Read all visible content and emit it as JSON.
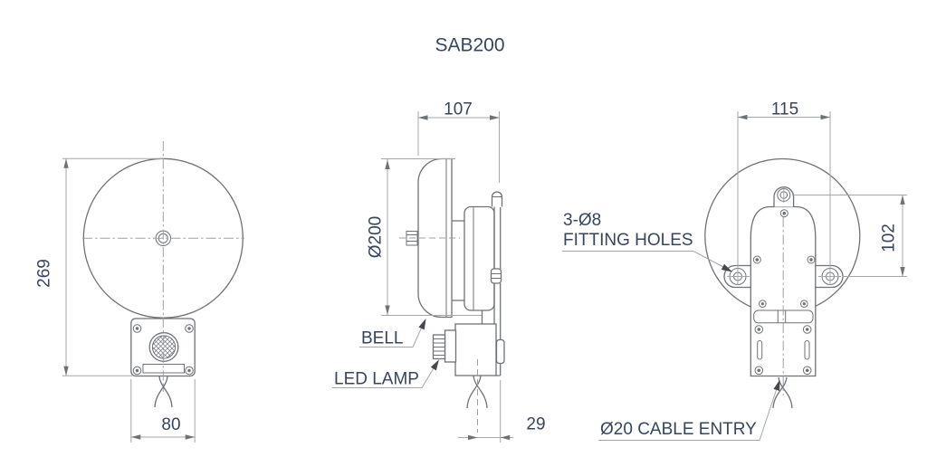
{
  "title": "SAB200",
  "colors": {
    "object_line": "#6e7277",
    "dim_line": "#a3a7ab",
    "centerline": "#9ba0a5",
    "text": "#35455f",
    "leader_arrow": "#44474c"
  },
  "front_view": {
    "dim_height": "269",
    "dim_width": "80"
  },
  "side_view": {
    "dim_width": "107",
    "dim_diameter": "Ø200",
    "dim_back_offset": "29",
    "label_bell": "BELL",
    "label_led_lamp": "LED LAMP"
  },
  "rear_view": {
    "dim_hole_spacing": "115",
    "dim_hole_height": "102",
    "label_fitting_line1": "3-Ø8",
    "label_fitting_line2": "FITTING HOLES",
    "label_cable_entry": "Ø20 CABLE ENTRY"
  }
}
